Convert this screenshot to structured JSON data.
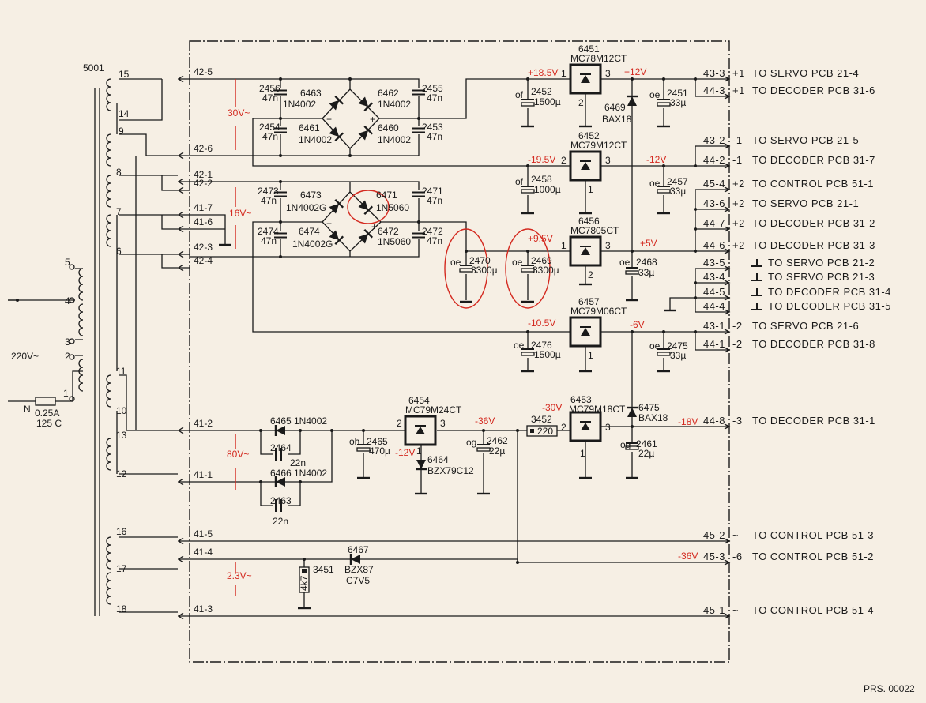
{
  "transformer": {
    "ref": "5001",
    "primary_taps": [
      "5",
      "4",
      "3",
      "2",
      "1"
    ],
    "secondary_taps": [
      "15",
      "14",
      "9",
      "8",
      "7",
      "6",
      "11",
      "10",
      "13",
      "12",
      "16",
      "17",
      "18"
    ]
  },
  "mains": {
    "voltage": "220V~",
    "neutral": "N",
    "fuse": "0.25A",
    "fuse_rating": "125 C"
  },
  "in_connectors": [
    "42-5",
    "42-6",
    "42-1",
    "42-2",
    "41-7",
    "41-6",
    "42-3",
    "42-4",
    "41-2",
    "41-1",
    "41-5",
    "41-4",
    "41-3"
  ],
  "ac_voltages": {
    "v30": "30V~",
    "v16": "16V~",
    "v80": "80V~",
    "v2_3": "2.3V~"
  },
  "parts": {
    "c2456": {
      "ref": "2456",
      "value": "47n"
    },
    "c2454": {
      "ref": "2454",
      "value": "47n"
    },
    "c2455": {
      "ref": "2455",
      "value": "47n"
    },
    "c2453": {
      "ref": "2453",
      "value": "47n"
    },
    "d6463": {
      "ref": "6463",
      "value": "1N4002"
    },
    "d6462": {
      "ref": "6462",
      "value": "1N4002"
    },
    "d6461": {
      "ref": "6461",
      "value": "1N4002"
    },
    "d6460": {
      "ref": "6460",
      "value": "1N4002"
    },
    "c2473": {
      "ref": "2473",
      "value": "47n"
    },
    "c2474": {
      "ref": "2474",
      "value": "47n"
    },
    "c2471": {
      "ref": "2471",
      "value": "47n"
    },
    "c2472": {
      "ref": "2472",
      "value": "47n"
    },
    "d6473": {
      "ref": "6473",
      "value": "1N4002G"
    },
    "d6471": {
      "ref": "6471",
      "value": "1N5060"
    },
    "d6474": {
      "ref": "6474",
      "value": "1N4002G"
    },
    "d6472": {
      "ref": "6472",
      "value": "1N5060"
    },
    "c2470": {
      "mark": "oe",
      "ref": "2470",
      "value": "3300µ"
    },
    "c2469": {
      "mark": "oe",
      "ref": "2469",
      "value": "3300µ"
    },
    "c2452": {
      "mark": "of",
      "ref": "2452",
      "value": "1500µ"
    },
    "c2458": {
      "mark": "of",
      "ref": "2458",
      "value": "1000µ"
    },
    "c2476": {
      "mark": "oe",
      "ref": "2476",
      "value": "1500µ"
    },
    "c2451": {
      "mark": "oe",
      "ref": "2451",
      "value": "33µ"
    },
    "c2457": {
      "mark": "oe",
      "ref": "2457",
      "value": "33µ"
    },
    "c2468": {
      "mark": "oe",
      "ref": "2468",
      "value": "33µ"
    },
    "c2475": {
      "mark": "oe",
      "ref": "2475",
      "value": "33µ"
    },
    "d6469": {
      "ref": "6469",
      "value": "BAX18"
    },
    "d6475": {
      "ref": "6475",
      "value": "BAX18"
    },
    "d6465": {
      "ref": "6465",
      "value": "1N4002"
    },
    "c2464": {
      "ref": "2464",
      "value": "22n"
    },
    "d6466": {
      "ref": "6466",
      "value": "1N4002"
    },
    "c2463": {
      "ref": "2463",
      "value": "22n"
    },
    "c2465": {
      "mark": "oh",
      "ref": "2465",
      "value": "470µ"
    },
    "d6464": {
      "ref": "6464",
      "value": "BZX79C12"
    },
    "c2462": {
      "mark": "og",
      "ref": "2462",
      "value": "22µ"
    },
    "r3452": {
      "ref": "3452",
      "value": "220"
    },
    "c2461": {
      "mark": "og",
      "ref": "2461",
      "value": "22µ"
    },
    "r3451": {
      "ref": "3451",
      "value": "4k7"
    },
    "d6467": {
      "ref": "6467",
      "value": "BZX87",
      "value2": "C7V5"
    }
  },
  "regulators": {
    "u6451": {
      "ref": "6451",
      "type": "MC78M12CT",
      "pin_in": "1",
      "pin_out": "3",
      "pin_gnd": "2"
    },
    "u6452": {
      "ref": "6452",
      "type": "MC79M12CT",
      "pin_in": "2",
      "pin_out": "3",
      "pin_gnd": "1"
    },
    "u6456": {
      "ref": "6456",
      "type": "MC7805CT",
      "pin_in": "1",
      "pin_out": "3",
      "pin_gnd": "2"
    },
    "u6457": {
      "ref": "6457",
      "type": "MC79M06CT",
      "pin_gnd": "1"
    },
    "u6454": {
      "ref": "6454",
      "type": "MC79M24CT",
      "pin_in": "2",
      "pin_out": "3",
      "pin_gnd": "1"
    },
    "u6453": {
      "ref": "6453",
      "type": "MC79M18CT",
      "pin_in": "2",
      "pin_out": "3",
      "pin_gnd": "1"
    }
  },
  "voltages": {
    "p18_5": "+18.5V",
    "p12": "+12V",
    "n19_5": "-19.5V",
    "n12": "-12V",
    "p9_5": "+9.5V",
    "p5": "+5V",
    "n10_5": "-10.5V",
    "n6": "-6V",
    "n36a": "-36V",
    "n12z": "-12V",
    "n30": "-30V",
    "n18": "-18V",
    "n36b": "-36V"
  },
  "outputs": [
    {
      "conn": "43-3",
      "sign": "+1",
      "dest": "TO SERVO PCB 21-4"
    },
    {
      "conn": "44-3",
      "sign": "+1",
      "dest": "TO DECODER PCB 31-6"
    },
    {
      "conn": "43-2",
      "sign": "-1",
      "dest": "TO SERVO PCB 21-5"
    },
    {
      "conn": "44-2",
      "sign": "-1",
      "dest": "TO DECODER PCB 31-7"
    },
    {
      "conn": "45-4",
      "sign": "+2",
      "dest": "TO CONTROL PCB 51-1"
    },
    {
      "conn": "43-6",
      "sign": "+2",
      "dest": "TO SERVO PCB 21-1"
    },
    {
      "conn": "44-7",
      "sign": "+2",
      "dest": "TO DECODER PCB 31-2"
    },
    {
      "conn": "44-6",
      "sign": "+2",
      "dest": "TO DECODER PCB 31-3"
    },
    {
      "conn": "43-5",
      "sign": "",
      "ground": true,
      "dest": "TO SERVO PCB 21-2"
    },
    {
      "conn": "43-4",
      "sign": "",
      "ground": true,
      "dest": "TO SERVO PCB 21-3"
    },
    {
      "conn": "44-5",
      "sign": "",
      "ground": true,
      "dest": "TO DECODER PCB 31-4"
    },
    {
      "conn": "44-4",
      "sign": "",
      "ground": true,
      "dest": "TO DECODER PCB 31-5"
    },
    {
      "conn": "43-1",
      "sign": "-2",
      "dest": "TO SERVO PCB 21-6"
    },
    {
      "conn": "44-1",
      "sign": "-2",
      "dest": "TO DECODER PCB 31-8"
    },
    {
      "conn": "44-8",
      "sign": "-3",
      "dest": "TO DECODER PCB 31-1"
    },
    {
      "conn": "45-2",
      "sign": "~",
      "dest": "TO CONTROL PCB 51-3"
    },
    {
      "conn": "45-3",
      "sign": "-6",
      "dest": "TO CONTROL PCB 51-2"
    },
    {
      "conn": "45-1",
      "sign": "~",
      "dest": "TO CONTROL PCB 51-4"
    }
  ],
  "footer": {
    "drawing_no": "PRS. 00022"
  },
  "colors": {
    "paper": "#f6efe4",
    "ink": "#1a1a1a",
    "annotation": "#d42a20"
  }
}
